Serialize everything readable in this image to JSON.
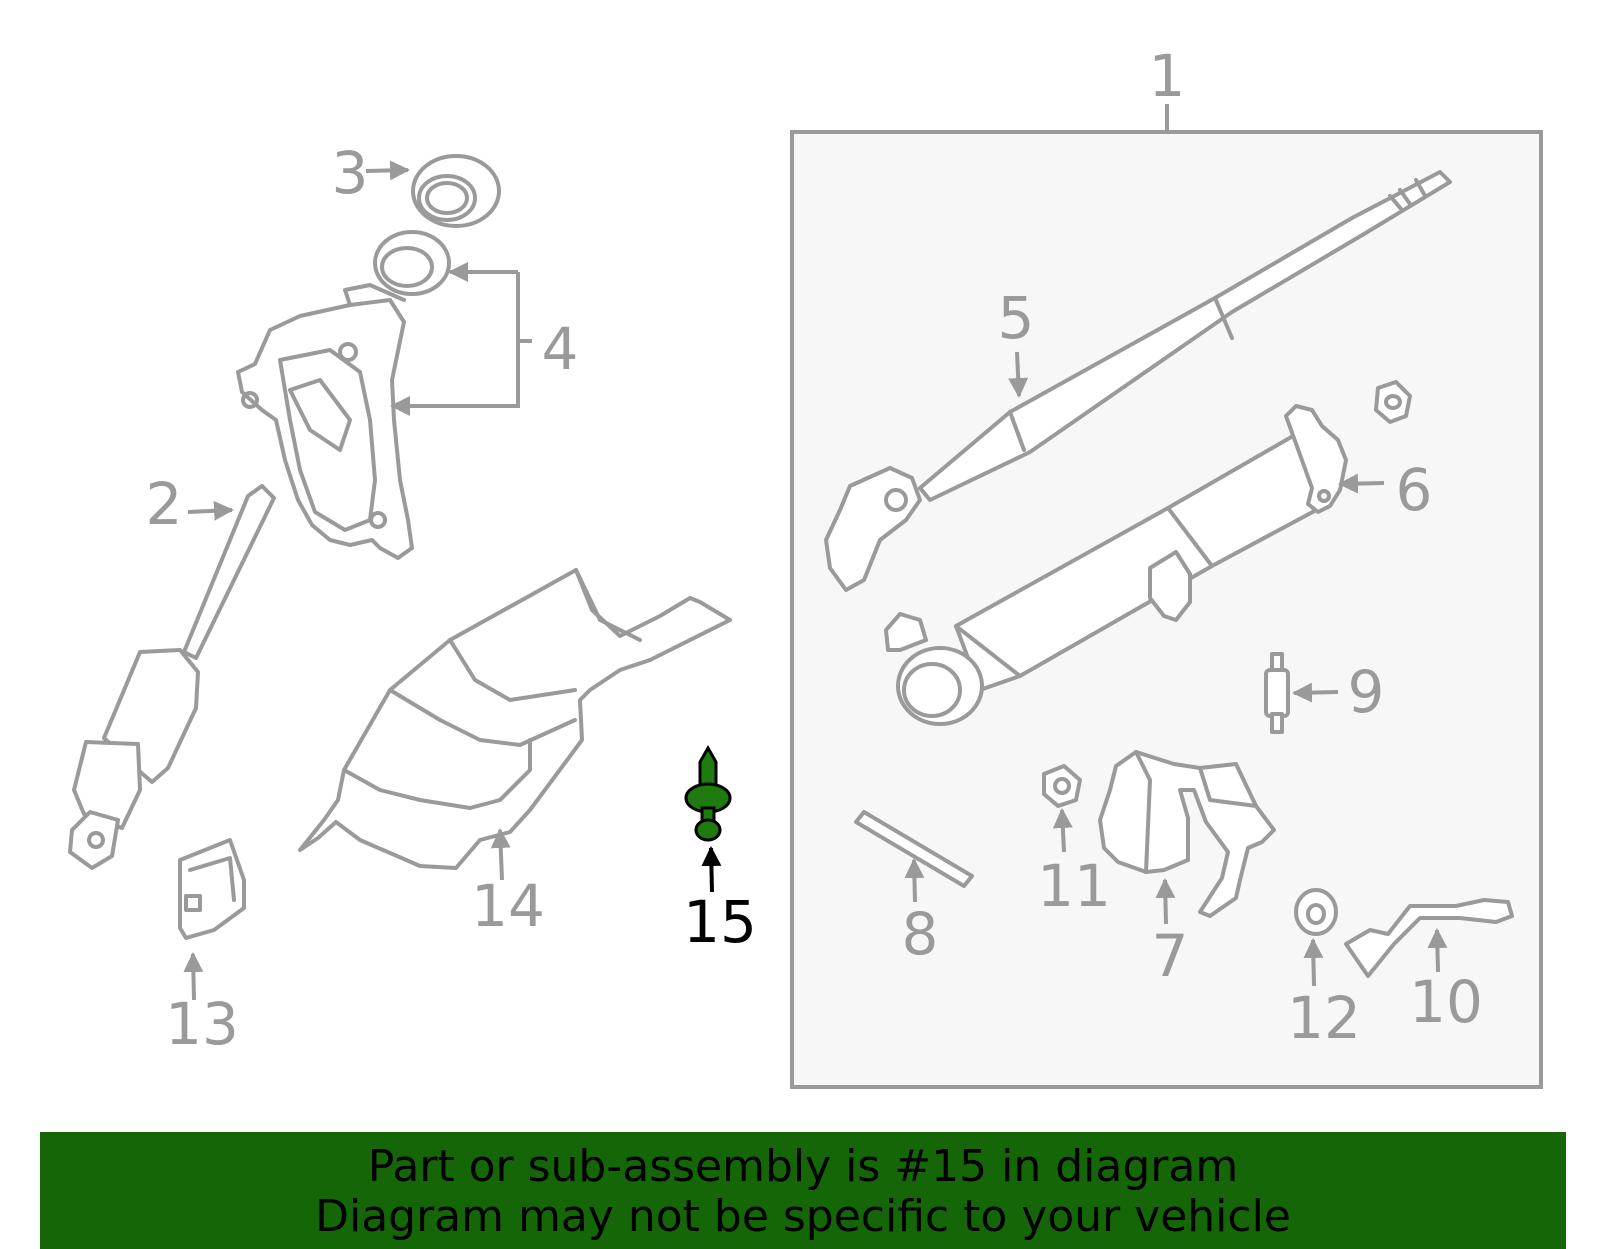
{
  "callouts": {
    "c1": "1",
    "c2": "2",
    "c3": "3",
    "c4": "4",
    "c5": "5",
    "c6": "6",
    "c7": "7",
    "c8": "8",
    "c9": "9",
    "c10": "10",
    "c11": "11",
    "c12": "12",
    "c13": "13",
    "c14": "14",
    "c15": "15"
  },
  "highlight_part": "15",
  "colors": {
    "line": "#9a9a9a",
    "highlight_fill": "#1f7a10",
    "banner_bg": "#156607",
    "assembly_box_fill": "#f7f7f7"
  },
  "banner": {
    "line1": "Part or sub-assembly is #15 in diagram",
    "line2": "Diagram may not be specific to your vehicle"
  }
}
